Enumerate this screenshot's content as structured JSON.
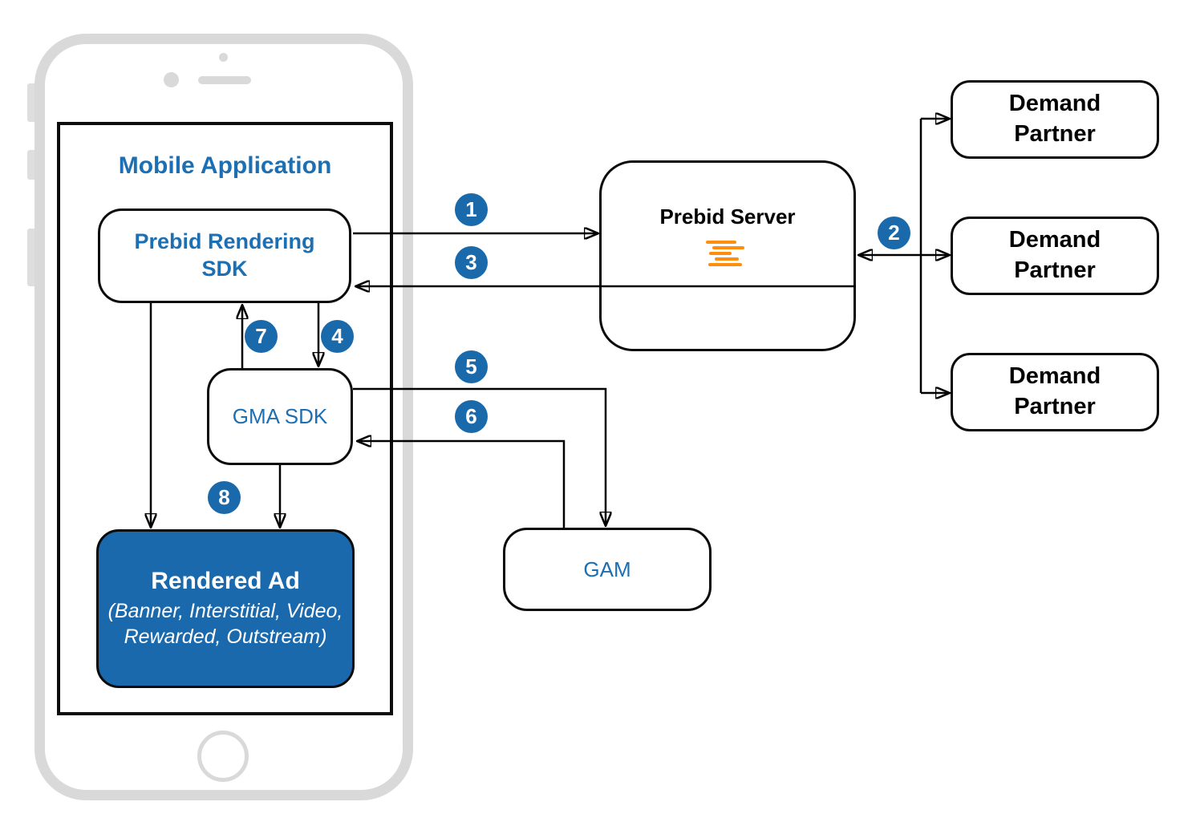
{
  "diagram": {
    "mobile_app": {
      "title": "Mobile Application"
    },
    "nodes": {
      "prebid_rendering_sdk": {
        "label": "Prebid Rendering SDK"
      },
      "gma_sdk": {
        "label": "GMA SDK"
      },
      "rendered_ad": {
        "title": "Rendered Ad",
        "subtitle": "(Banner, Interstitial, Video, Rewarded, Outstream)"
      },
      "prebid_server": {
        "label": "Prebid Server"
      },
      "gam": {
        "label": "GAM"
      },
      "demand_partners": [
        "Demand Partner",
        "Demand Partner",
        "Demand Partner"
      ]
    },
    "steps": [
      "1",
      "2",
      "3",
      "4",
      "5",
      "6",
      "7",
      "8"
    ],
    "icons": {
      "prebid_logo": "prebid-logo-icon",
      "phone_elements": [
        "camera-dot-icon",
        "front-camera-icon",
        "speaker-icon",
        "home-button"
      ]
    },
    "colors": {
      "accent_blue_text": "#1c6fb2",
      "badge_blue": "#1a6aab",
      "rendered_ad_fill": "#1a69ac",
      "prebid_orange": "#ff8e0e",
      "phone_gray": "#d9d9d9",
      "line_black": "#000000"
    }
  }
}
